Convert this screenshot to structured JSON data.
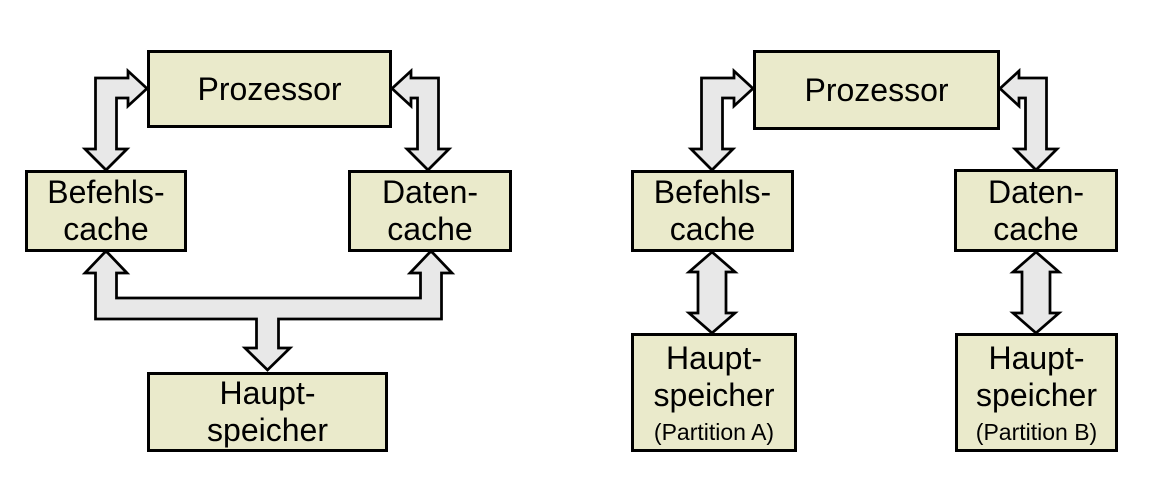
{
  "diagram": {
    "colors": {
      "background": "#ffffff",
      "box_fill": "#eaeacb",
      "box_border": "#000000",
      "arrow_fill": "#e8e8e8",
      "arrow_border": "#000000",
      "text": "#000000"
    },
    "left_architecture": {
      "processor_label": "Prozessor",
      "instruction_cache_label": "Befehls-\ncache",
      "data_cache_label": "Daten-\ncache",
      "main_memory_label": "Haupt-\nspeicher"
    },
    "right_architecture": {
      "processor_label": "Prozessor",
      "instruction_cache_label": "Befehls-\ncache",
      "data_cache_label": "Daten-\ncache",
      "main_memory_a_label": "Haupt-\nspeicher",
      "main_memory_a_sublabel": "(Partition A)",
      "main_memory_b_label": "Haupt-\nspeicher",
      "main_memory_b_sublabel": "(Partition B)"
    }
  }
}
